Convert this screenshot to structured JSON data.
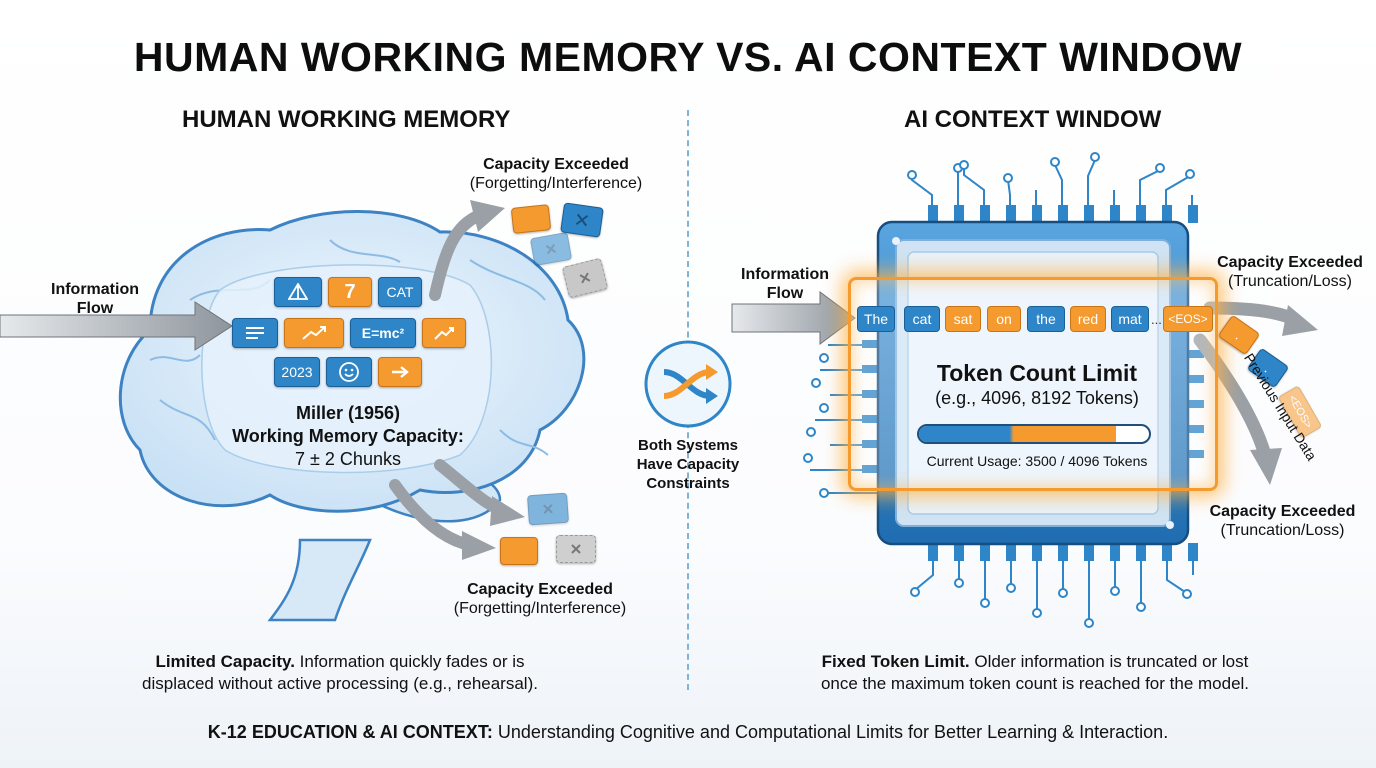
{
  "title": "HUMAN WORKING MEMORY VS. AI CONTEXT WINDOW",
  "human": {
    "heading": "HUMAN WORKING MEMORY",
    "info_flow": "Information Flow",
    "exceeded_top": {
      "title": "Capacity Exceeded",
      "detail": "(Forgetting/Interference)"
    },
    "exceeded_bottom": {
      "title": "Capacity Exceeded",
      "detail": "(Forgetting/Interference)"
    },
    "chips": [
      "7",
      "CAT",
      "E=mc²",
      "2023"
    ],
    "miller_line1": "Miller (1956)",
    "miller_line2": "Working Memory Capacity:",
    "miller_line3": "7 ± 2 Chunks",
    "footer_bold": "Limited Capacity.",
    "footer_line1": " Information quickly fades or is",
    "footer_line2": "displaced without active processing (e.g., rehearsal)."
  },
  "center": {
    "icon": "shuffle-icon",
    "caption_line1": "Both Systems",
    "caption_line2": "Have Capacity",
    "caption_line3": "Constraints"
  },
  "ai": {
    "heading": "AI CONTEXT WINDOW",
    "info_flow": "Information Flow",
    "tokens": [
      "The",
      "cat",
      "sat",
      "on",
      "the",
      "red",
      "mat",
      "...",
      "<EOS>"
    ],
    "limit_title": "Token Count Limit",
    "limit_example": "(e.g., 4096, 8192 Tokens)",
    "usage_text": "Current Usage: 3500 / 4096 Tokens",
    "usage": {
      "current": 3500,
      "max": 4096
    },
    "exceeded_top": {
      "title": "Capacity Exceeded",
      "detail": "(Truncation/Loss)"
    },
    "exceeded_bottom": {
      "title": "Capacity Exceeded",
      "detail": "(Truncation/Loss)"
    },
    "previous_input": "Previous Input Data",
    "falling_tokens": [
      ".",
      ".",
      "<EOS>"
    ],
    "footer_bold": "Fixed Token Limit.",
    "footer_line1": " Older information is truncated or lost",
    "footer_line2": "once the maximum token count is reached for the model."
  },
  "bottom_bold": "K-12 EDUCATION & AI CONTEXT:",
  "bottom_text": " Understanding Cognitive and Computational Limits for Better Learning & Interaction.",
  "colors": {
    "blue": "#2e86c8",
    "orange": "#f59a2e",
    "glow": "#ffb347",
    "chip_bg": "#3d8fd4"
  }
}
